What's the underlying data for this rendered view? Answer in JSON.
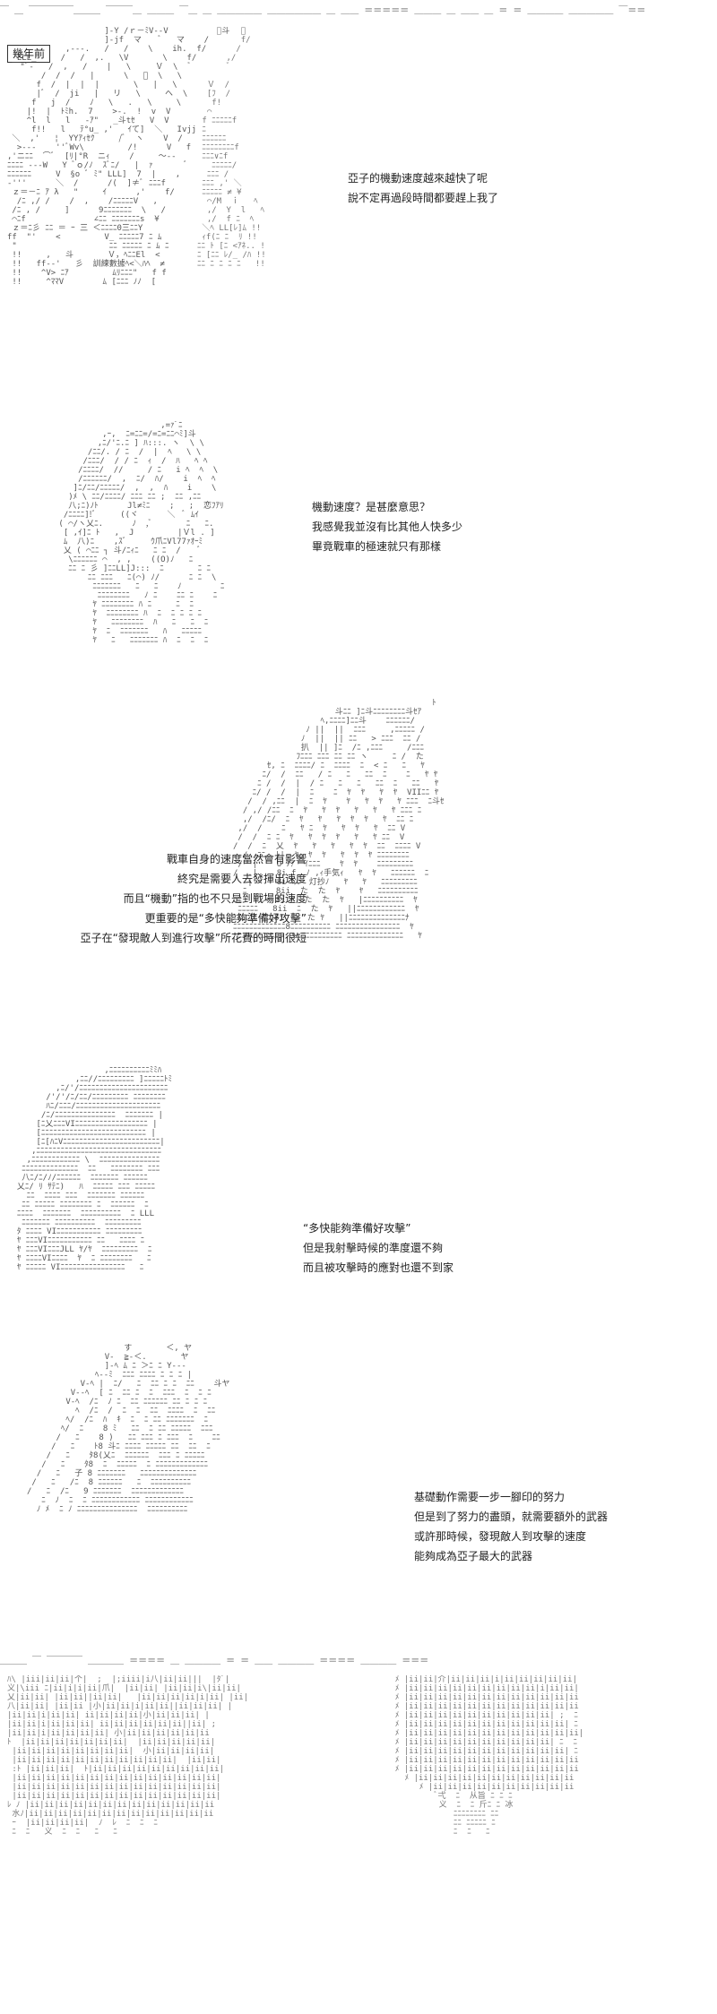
{
  "header_rule": "￣ ＿ ￣￣￣￣￣＿＿＿ ￣￣￣＿ ＿＿＿ ￣＿ ＿ ＿＿＿＿＿ ＿＿＿＿＿＿ ＿ ＿＿ ＝＝＝＝＝ ＿＿＿ ＿ ＿＿ ＿ ＝ ＝ ＿＿＿＿ ＿＿＿＿＿ ￣＝＝",
  "footer_rule": "＿＿＿ ￣ ￣￣￣￣ ＿＿＿＿ ＝＝＝＝ ＿ ＿＿＿＿ ＝ ＝ ＿＿ ＿＿＿＿ ＝＝＝＝ ＿＿＿＿ ＝＝＝",
  "panel1": {
    "caption": "幾年前",
    "lines": [
      "亞子的機動速度越來越快了呢",
      "說不定再過段時間都要趕上我了"
    ]
  },
  "panel2": {
    "lines": [
      "機動速度？是甚麼意思？",
      "我感覺我並沒有比其他人快多少",
      "畢竟戰車的極速就只有那樣"
    ]
  },
  "panel3": {
    "lines": [
      "戰車自身的速度當然會有影響",
      "終究是需要人去發揮出速度",
      "而且“機動”指的也不只是到戰場的速度",
      "更重要的是“多快能夠準備好攻擊”",
      "亞子在“發現敵人到進行攻擊”所花費的時間很短"
    ]
  },
  "panel4": {
    "lines": [
      "“多快能夠準備好攻擊”",
      "但是我射擊時候的準度還不夠",
      "而且被攻擊時的應對也還不到家"
    ]
  },
  "panel5": {
    "lines": [
      "基礎動作需要一步一腳印的努力",
      "但是到了努力的盡頭，就需要額外的武器",
      "或許那時候，發現敵人到攻擊的速度",
      "能夠成為亞子最大的武器"
    ]
  },
  "art": {
    "p1_kanji": "訓練數據",
    "p3_kanji": "灯抄ノ",
    "p6_right": "从旨"
  }
}
